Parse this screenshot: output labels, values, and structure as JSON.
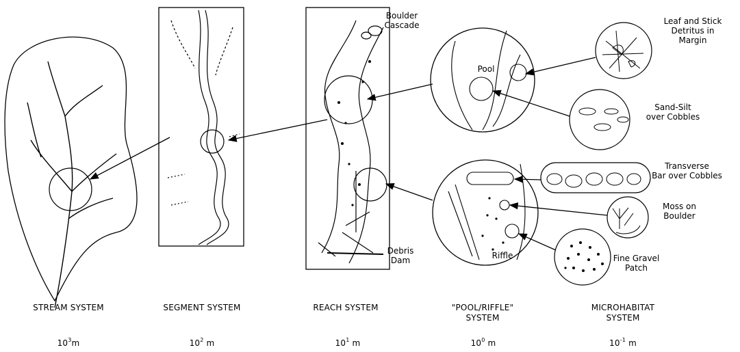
{
  "systems": [
    {
      "label": "STREAM SYSTEM",
      "scale_base": "10",
      "scale_exp": "3",
      "scale_unit": "m"
    },
    {
      "label": "SEGMENT SYSTEM",
      "scale_base": "10",
      "scale_exp": "2",
      "scale_unit": " m"
    },
    {
      "label": "REACH SYSTEM",
      "scale_base": "10",
      "scale_exp": "1",
      "scale_unit": " m"
    },
    {
      "label_line1": "\"POOL/RIFFLE\"",
      "label_line2": "SYSTEM",
      "scale_base": "10",
      "scale_exp": "0",
      "scale_unit": " m"
    },
    {
      "label_line1": "MICROHABITAT",
      "label_line2": "SYSTEM",
      "scale_base": "10",
      "scale_exp": "-1",
      "scale_unit": " m"
    }
  ],
  "annotations": {
    "boulder_cascade_1": "Boulder",
    "boulder_cascade_2": "Cascade",
    "debris_dam_1": "Debris",
    "debris_dam_2": "Dam",
    "pool": "Pool",
    "riffle": "Riffle",
    "leaf_1": "Leaf and Stick",
    "leaf_2": "Detritus in",
    "leaf_3": "Margin",
    "sand_1": "Sand-Silt",
    "sand_2": "over Cobbles",
    "bar_1": "Transverse",
    "bar_2": "Bar over Cobbles",
    "moss_1": "Moss on",
    "moss_2": "Boulder",
    "gravel_1": "Fine Gravel",
    "gravel_2": "Patch"
  }
}
